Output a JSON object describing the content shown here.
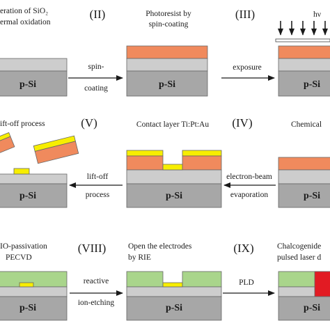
{
  "colors": {
    "substrate": "#a7a7a7",
    "oxide": "#cdcdcd",
    "photoresist": "#f08a5d",
    "contact": "#f7ee00",
    "passivation": "#a9d58b",
    "chalcogenide": "#e21b23",
    "uv": "#111111"
  },
  "substrate_label": "p-Si",
  "uv_label": "hν",
  "steps": {
    "s1": {
      "caption_line1": "eration of SiO₂",
      "caption_line2": "ermal oxidation"
    },
    "s2": {
      "roman": "(II)",
      "caption_line1": "Photoresist by",
      "caption_line2": "spin-coating"
    },
    "s3": {
      "roman": "(III)"
    },
    "s4": {
      "roman": "(IV)",
      "caption": "Contact layer Ti:Pt:Au"
    },
    "s4b": {
      "caption": "Chemical"
    },
    "s5": {
      "roman": "(V)",
      "caption": "ift-off process"
    },
    "s7": {
      "caption_line1": "IO-passivation",
      "caption_line2": "PECVD"
    },
    "s8": {
      "roman": "(VIII)",
      "caption_line1": "Open the electrodes",
      "caption_line2": "by RIE"
    },
    "s9": {
      "roman": "(IX)",
      "caption_line1": "Chalcogenide",
      "caption_line2": "pulsed laser d"
    }
  },
  "arrows": {
    "a1": {
      "line1": "spin-",
      "line2": "coating"
    },
    "a2": {
      "line1": "exposure"
    },
    "a3": {
      "line1": "electron-beam",
      "line2": "evaporation"
    },
    "a4": {
      "line1": "lift-off",
      "line2": "process"
    },
    "a5": {
      "line1": "reactive",
      "line2": "ion-etching"
    },
    "a6": {
      "line1": "PLD"
    }
  }
}
